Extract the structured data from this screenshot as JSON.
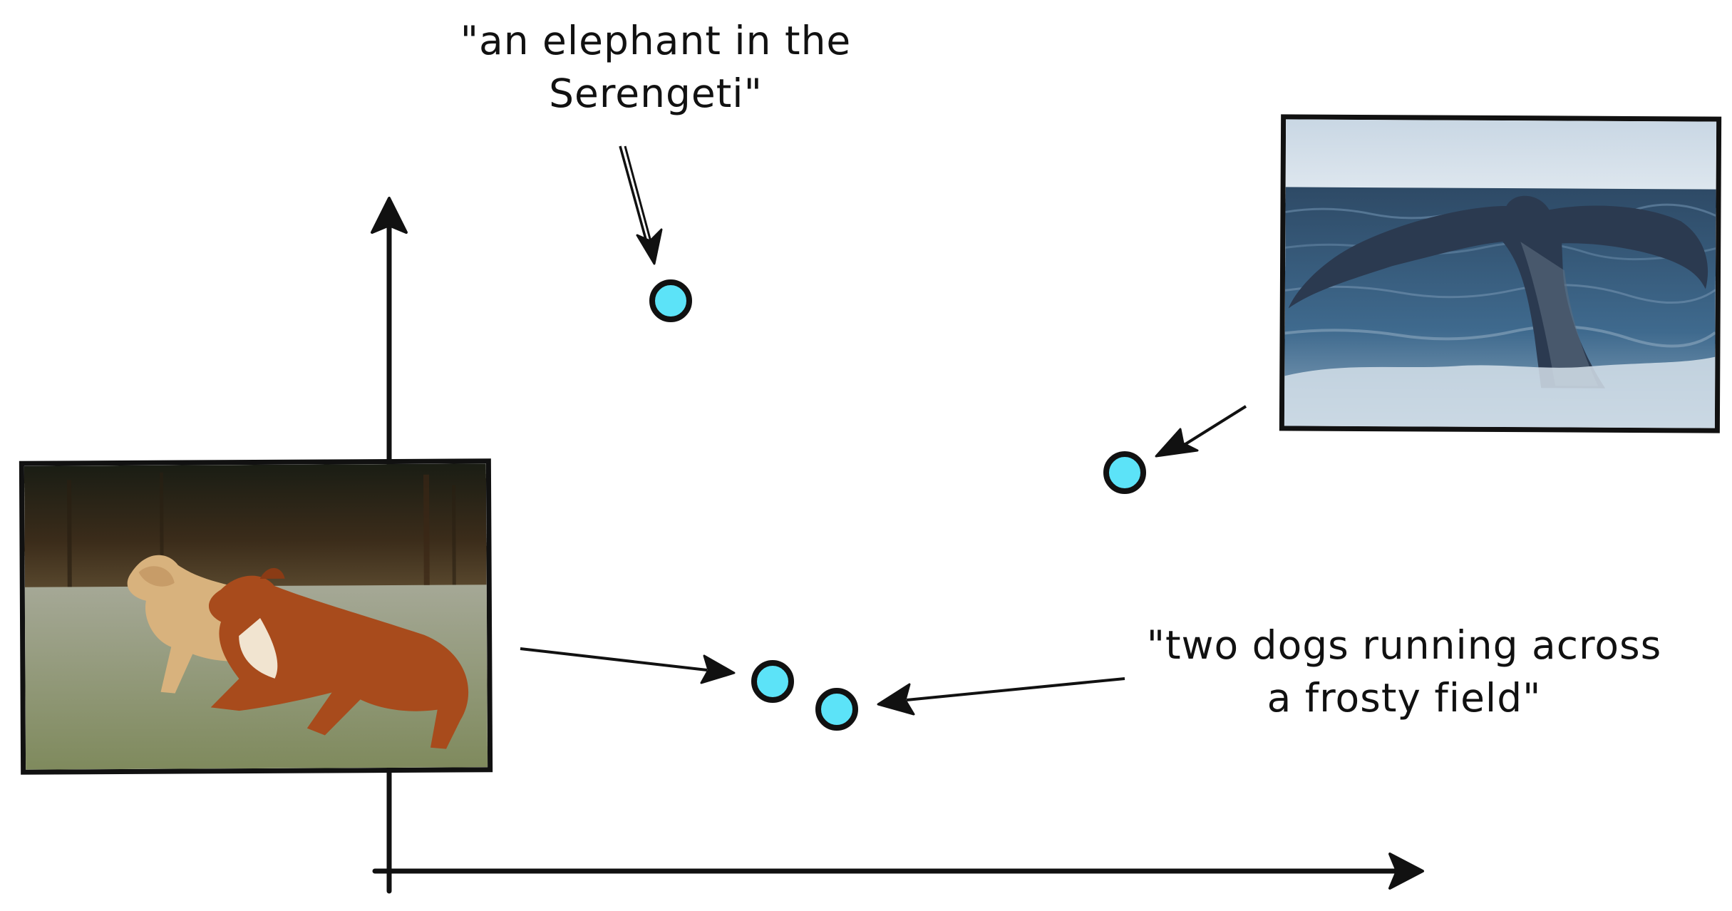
{
  "captions": {
    "elephant": {
      "line1": "\"an elephant in the",
      "line2": "Serengeti\""
    },
    "dogs": {
      "line1": "\"two dogs running across",
      "line2": "a frosty field\""
    }
  },
  "embedding_points": [
    {
      "id": "elephant-text",
      "label": "elephant-caption-point"
    },
    {
      "id": "whale-image",
      "label": "whale-image-point"
    },
    {
      "id": "dogs-image",
      "label": "dogs-image-point"
    },
    {
      "id": "dogs-text",
      "label": "dogs-caption-point"
    }
  ],
  "colors": {
    "point_fill": "#5CE3F8",
    "ink": "#111111"
  },
  "images": {
    "dogs": "two dogs running across a frosty field photo",
    "whale": "whale tail above ocean photo"
  }
}
